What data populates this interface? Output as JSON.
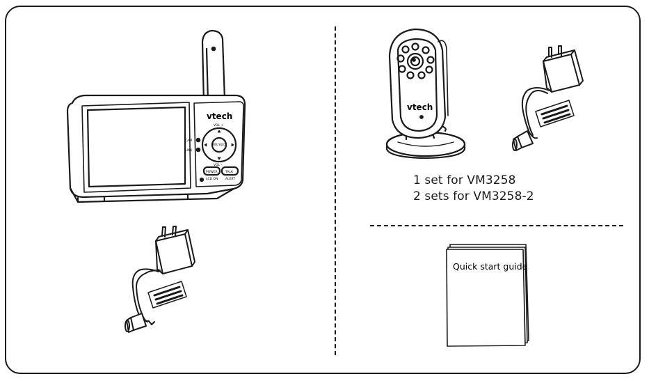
{
  "monitor": {
    "brand": "vtech",
    "labels": {
      "vol_up": "VOL +",
      "vol_down": "VOL -",
      "menu_select": "MENU SELECT",
      "power": "POWER",
      "power_sub": "LCD ON",
      "talk": "TALK",
      "talk_sub": "ALERT",
      "cam": "CAM",
      "link": "LINK"
    }
  },
  "camera": {
    "brand": "vtech"
  },
  "camera_caption": {
    "line1": "1 set for VM3258",
    "line2": "2 sets for VM3258-2"
  },
  "guide": {
    "title": "Quick start guide"
  }
}
